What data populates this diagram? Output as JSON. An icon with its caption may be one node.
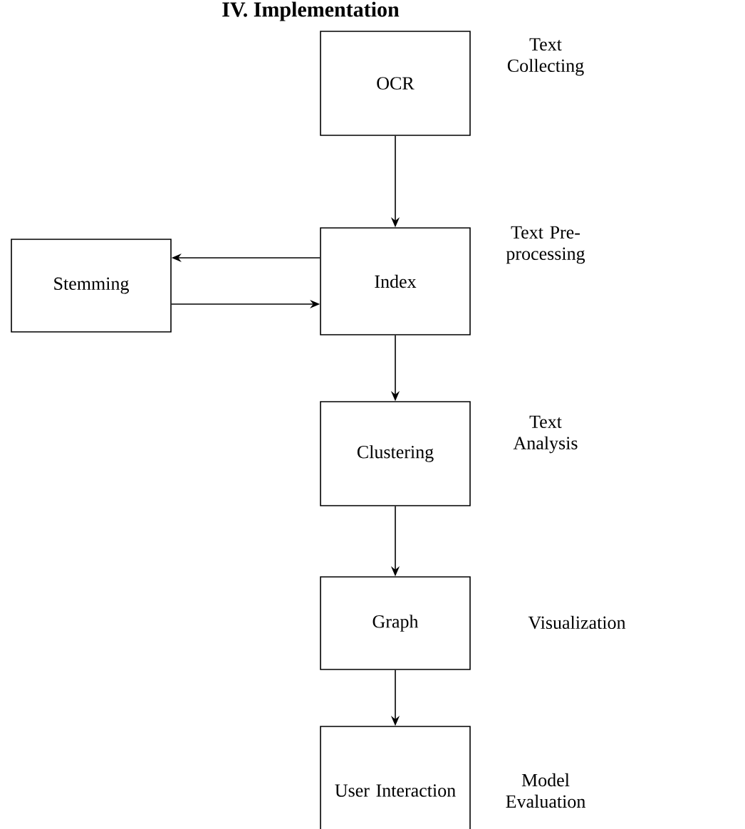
{
  "diagram": {
    "title": "IV. Implementation",
    "nodes": [
      {
        "text": [
          "OCR"
        ],
        "beside": [
          "Text Collecting"
        ]
      },
      {
        "text": [
          "Index"
        ],
        "beside": [
          "Text Pre-processing"
        ]
      },
      {
        "text": [
          "Stemming"
        ]
      },
      {
        "text": [
          "Clustering"
        ],
        "beside": [
          "Text Analysis"
        ]
      },
      {
        "text": [
          "Graph"
        ],
        "beside": [
          "Visualization"
        ]
      },
      {
        "text": [
          "User Interaction"
        ],
        "beside": [
          "Model Evaluation"
        ]
      }
    ],
    "edges": [
      {
        "from": 0,
        "to": 1,
        "arrow": "to"
      },
      {
        "from": 1,
        "to": 2,
        "arrow": "to"
      },
      {
        "from": 2,
        "to": 1,
        "arrow": "to"
      },
      {
        "from": 1,
        "to": 3,
        "arrow": "to"
      },
      {
        "from": 3,
        "to": 4,
        "arrow": "to"
      },
      {
        "from": 4,
        "to": 5,
        "arrow": "to"
      }
    ]
  }
}
